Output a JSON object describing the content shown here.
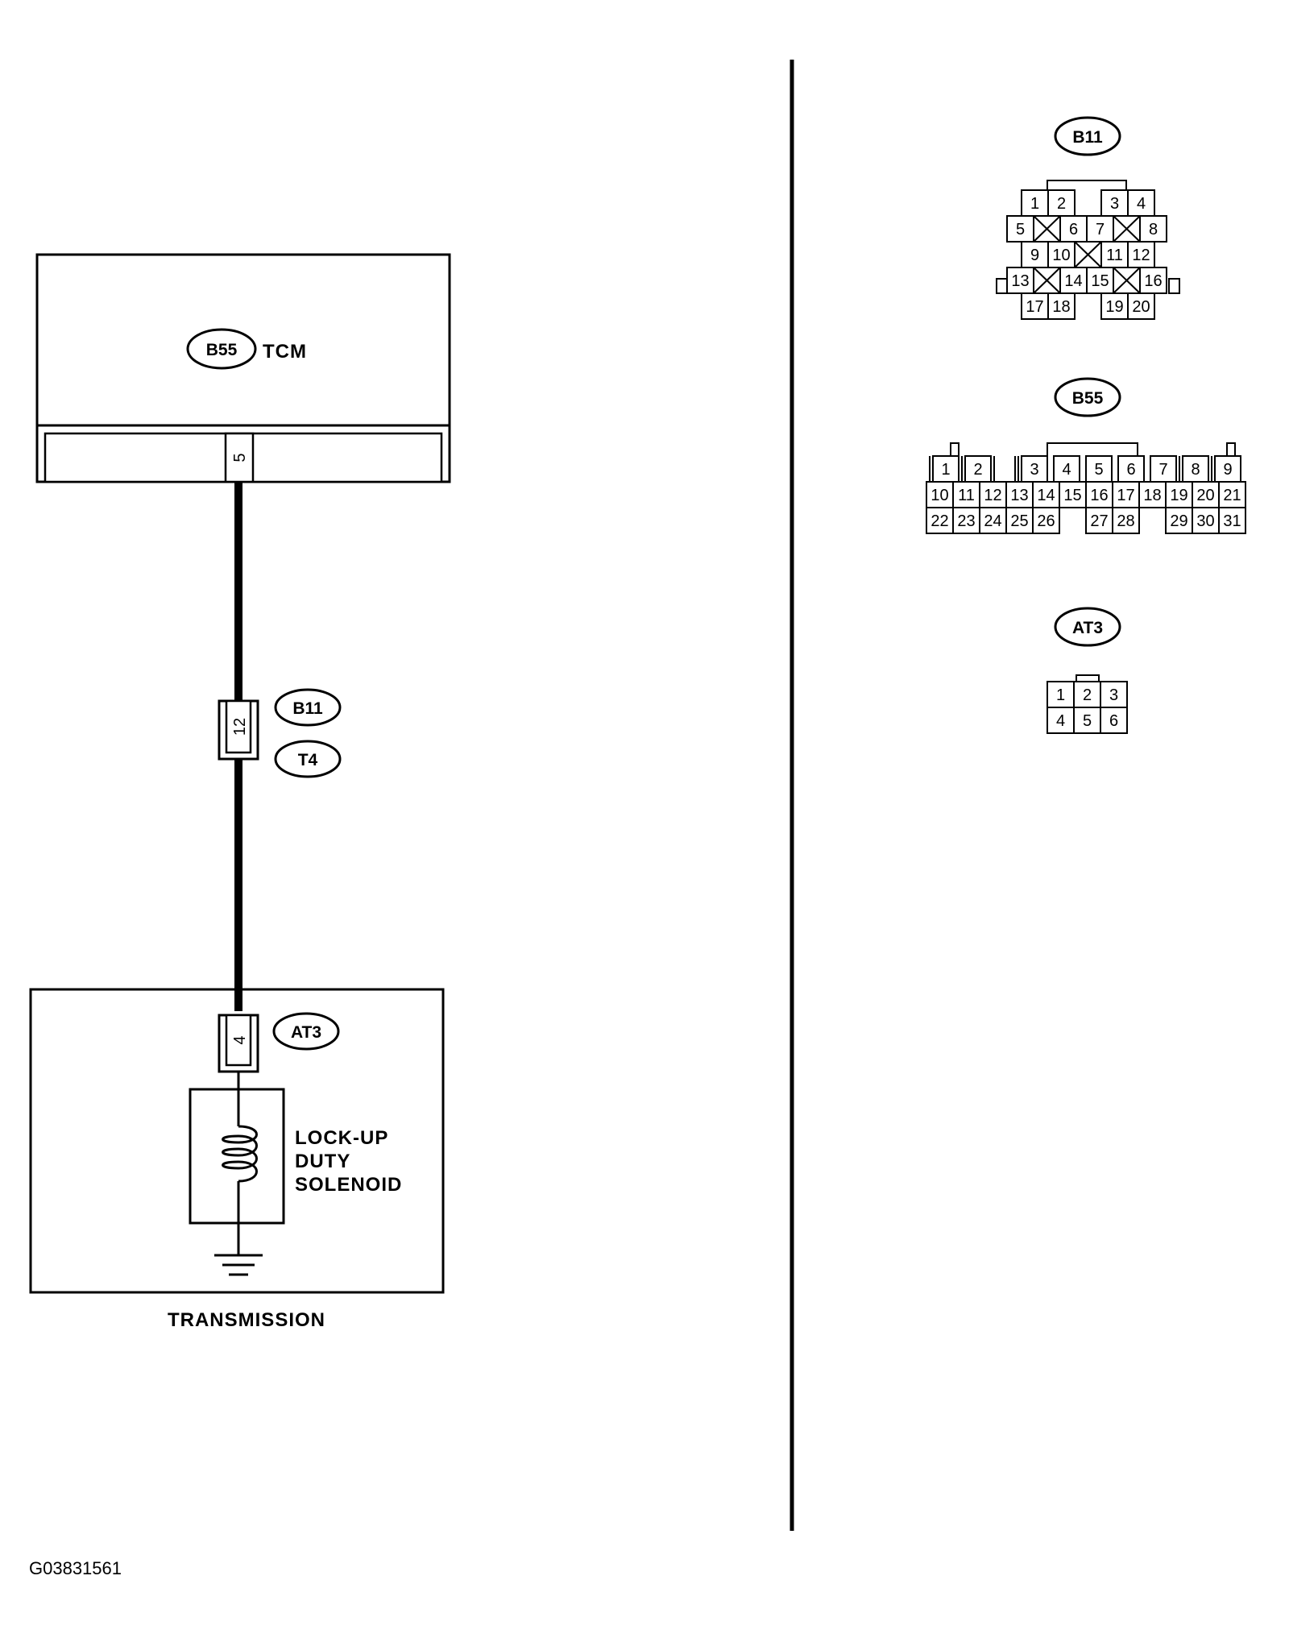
{
  "tcm": {
    "connector": "B55",
    "label": "TCM",
    "pin": "5"
  },
  "junction": {
    "connector": "B11",
    "connector2": "T4",
    "pin": "12"
  },
  "transmission": {
    "connector": "AT3",
    "pin": "4",
    "solenoid_lines": [
      "LOCK-UP",
      "DUTY",
      "SOLENOID"
    ],
    "label": "TRANSMISSION"
  },
  "connectors": {
    "b11": {
      "name": "B11",
      "rows": [
        [
          "1",
          "2",
          "3",
          "4"
        ],
        [
          "5",
          "6",
          "7",
          "8"
        ],
        [
          "9",
          "10",
          "11",
          "12"
        ],
        [
          "13",
          "14",
          "15",
          "16"
        ],
        [
          "17",
          "18",
          "19",
          "20"
        ]
      ]
    },
    "b55": {
      "name": "B55",
      "rows": [
        [
          "1",
          "2",
          "3",
          "4",
          "5",
          "6",
          "7",
          "8",
          "9"
        ],
        [
          "10",
          "11",
          "12",
          "13",
          "14",
          "15",
          "16",
          "17",
          "18",
          "19",
          "20",
          "21"
        ],
        [
          "22",
          "23",
          "24",
          "25",
          "26",
          "27",
          "28",
          "29",
          "30",
          "31"
        ]
      ]
    },
    "at3": {
      "name": "AT3",
      "rows": [
        [
          "1",
          "2",
          "3"
        ],
        [
          "4",
          "5",
          "6"
        ]
      ]
    }
  },
  "figure_code": "G03831561"
}
